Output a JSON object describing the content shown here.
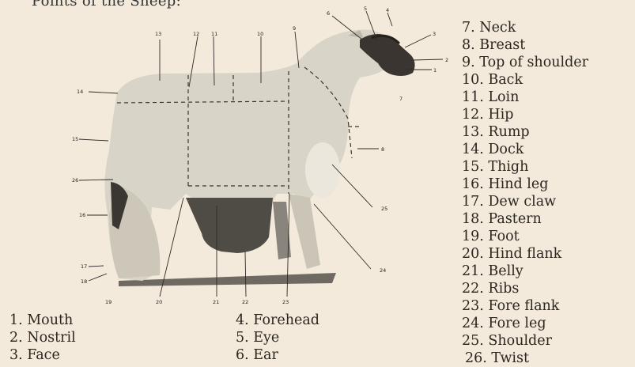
{
  "title": "Points of the Sheep:",
  "legend_right": [
    "7. Neck",
    "8. Breast",
    "9. Top of shoulder",
    "10. Back",
    "11. Loin",
    "12. Hip",
    "13. Rump",
    "14. Dock",
    "15. Thigh",
    "16. Hind leg",
    "17. Dew claw",
    "18. Pastern",
    "19. Foot",
    "20. Hind flank",
    "21. Belly",
    "22. Ribs",
    "23. Fore flank",
    "24. Fore leg",
    "25. Shoulder",
    "26. Twist"
  ],
  "legend_bottom_col1": [
    "1. Mouth",
    "2. Nostril",
    "3. Face"
  ],
  "legend_bottom_col2": [
    "4. Forehead",
    "5. Eye",
    "6. Ear"
  ],
  "figure_labels": {
    "n1": "1",
    "n2": "2",
    "n3": "3",
    "n4": "4",
    "n5": "5",
    "n6": "6",
    "n7": "7",
    "n8": "8",
    "n9": "9",
    "n10": "10",
    "n11": "11",
    "n12": "12",
    "n13": "13",
    "n14": "14",
    "n15": "15",
    "n16": "16",
    "n17": "17",
    "n18": "18",
    "n19": "19",
    "n20": "20",
    "n21": "21",
    "n22": "22",
    "n23": "23",
    "n24": "24",
    "n25": "25",
    "n26": "26"
  },
  "colors": {
    "paper": "#f3eadb",
    "fleece": "#d9d4c8",
    "shadow": "#4a4640",
    "face": "#2c2824"
  }
}
